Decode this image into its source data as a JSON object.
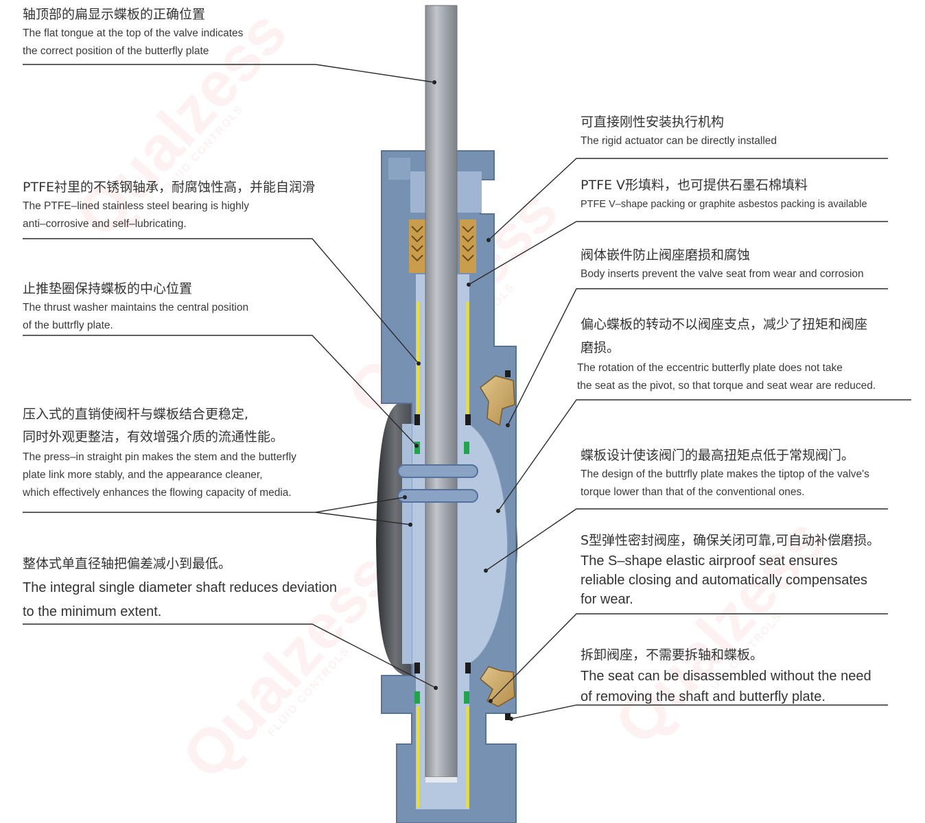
{
  "watermark": {
    "brand": "Qualzess",
    "sub": "FLUID CONTROLS"
  },
  "callouts": [
    {
      "zh": "轴顶部的扁显示蝶板的正确位置",
      "en": [
        "The flat tongue at the top of the valve indicates",
        "the correct position of the butterfly plate"
      ]
    },
    {
      "zh": "PTFE衬里的不锈钢轴承，耐腐蚀性高，并能自润滑",
      "en": [
        "The PTFE–lined stainless steel bearing is highly",
        "anti–corrosive and self–lubricating."
      ]
    },
    {
      "zh": "止推垫圈保持蝶板的中心位置",
      "en": [
        "The thrust washer maintains the central position",
        "of the buttrfly plate."
      ]
    },
    {
      "zh": [
        "压入式的直销使阀杆与蝶板结合更稳定,",
        "同时外观更整洁，有效增强介质的流通性能。"
      ],
      "en": [
        "The press–in straight pin makes the stem and the butterfly",
        "plate link more stably, and the appearance cleaner,",
        "which effectively enhances the flowing capacity of media."
      ]
    },
    {
      "zh": "整体式单直径轴把偏差减小到最低。",
      "en": [
        "The integral single diameter shaft reduces deviation",
        "to the minimum extent."
      ]
    },
    {
      "zh": "可直接刚性安装执行机构",
      "en": [
        "The rigid actuator can be directly installed"
      ]
    },
    {
      "zh": "PTFE V形填料，也可提供石墨石棉填料",
      "en": [
        "PTFE V–shape packing or graphite asbestos packing is available"
      ]
    },
    {
      "zh": "阀体嵌件防止阀座磨损和腐蚀",
      "en": [
        "Body inserts prevent the valve seat from wear and corrosion"
      ]
    },
    {
      "zh": [
        "偏心蝶板的转动不以阀座支点，减少了扭矩和阀座",
        "磨损。"
      ],
      "en": [
        "The rotation of the eccentric butterfly plate does not take",
        "the seat as the pivot, so that torque and seat wear are reduced."
      ]
    },
    {
      "zh": "蝶板设计使该阀门的最高扭矩点低于常规阀门。",
      "en": [
        "The design of the buttrfly plate makes the tiptop of the valve's",
        "torque lower than that of the conventional ones."
      ]
    },
    {
      "zh": "S型弹性密封阀座，确保关闭可靠,可自动补偿磨损。",
      "en": [
        "The S–shape elastic airproof seat ensures",
        "reliable closing and automatically compensates",
        "for wear."
      ]
    },
    {
      "zh": "拆卸阀座，不需要拆轴和蝶板。",
      "en": [
        "The seat can be disassembled without the need",
        "of removing the shaft and butterfly plate."
      ]
    }
  ]
}
